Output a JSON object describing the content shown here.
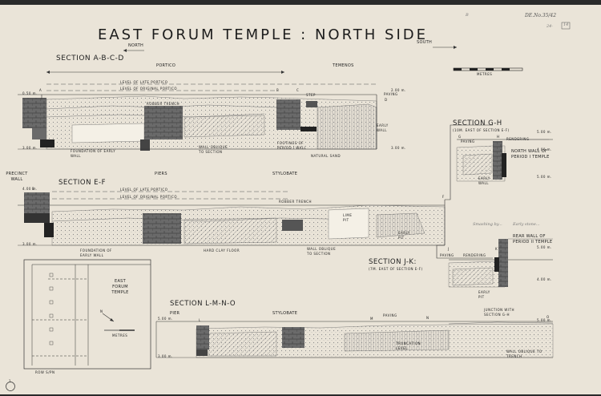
{
  "title": "EAST FORUM TEMPLE : NORTH SIDE",
  "orientation": {
    "north": "NORTH",
    "south": "SOUTH"
  },
  "scale": {
    "label": "METRES"
  },
  "corner_notes": {
    "ref": "DE.No.35/42",
    "sheet": "24-",
    "number": "14",
    "pencil_b": "B"
  },
  "sheet_marker": "1",
  "section_abcd": {
    "title": "SECTION A-B-C-D",
    "portico": "PORTICO",
    "temenos": "TEMENOS",
    "late_portico": "LEVEL OF LATE PORTICO",
    "original_portico": "LEVEL OF ORIGINAL PORTICO",
    "robber_trench": "ROBBER TRENCH",
    "step": "STEP",
    "paving": "PAVING",
    "early_wall": "EARLY WALL",
    "foundation": "FOUNDATION OF EARLY WALL",
    "wall_oblique": "WALL OBLIQUE TO SECTION",
    "footings": "FOOTINGS OF PERIOD I WALL",
    "natural_sand": "NATURAL SAND",
    "pier_labels": {
      "a": "A",
      "b": "B",
      "c": "C",
      "d": "D"
    },
    "levels": [
      "0.50 m.",
      "3.00 m.",
      "2.00 m.",
      "3.00 m."
    ]
  },
  "middle_labels": {
    "precinct_wall": "PRECINCT WALL",
    "piers": "PIERS",
    "stylobate": "STYLOBATE"
  },
  "section_ef": {
    "title": "SECTION E-F",
    "late_portico": "LEVEL OF LATE PORTICO",
    "original_portico": "LEVEL OF ORIGINAL PORTICO",
    "robber_trench": "ROBBER TRENCH",
    "lime_pit": "LIME PIT",
    "early_pit": "EARLY PIT",
    "foundation": "FOUNDATION OF EARLY WALL",
    "hard_clay": "HARD CLAY FLOOR",
    "wall_oblique": "WALL OBLIQUE TO SECTION",
    "labels": {
      "e": "E",
      "f": "F"
    },
    "levels": [
      "4.00 m.",
      "3.00 m."
    ]
  },
  "section_gh": {
    "title": "SECTION G-H",
    "subtitle": "(10M. EAST OF SECTION E-F)",
    "paving": "PAVING",
    "rendering": "RENDERING",
    "north_wall": "NORTH WALL OF PERIOD I TEMPLE",
    "early_wall": "EARLY WALL",
    "labels": {
      "g": "G",
      "h": "H"
    },
    "levels": [
      "5.00 m.",
      "4.00 m.",
      "5.00 m."
    ]
  },
  "section_jk": {
    "title": "SECTION J-K:",
    "subtitle": "(7M. EAST OF SECTION E-F)",
    "paving": "PAVING",
    "rendering": "RENDERING",
    "rear_wall": "REAR WALL OF PERIOD II TEMPLE",
    "early_pit": "EARLY PIT",
    "labels": {
      "j": "J",
      "k": "K"
    },
    "levels": [
      "5.00 m.",
      "4.00 m."
    ],
    "pencil_note_1": "Smashing by...",
    "pencil_note_2": "Early stone..."
  },
  "plan": {
    "title": "EAST FORUM TEMPLE",
    "north": "N",
    "scale": "METRES",
    "footer": "ROW S/PN"
  },
  "section_lmno": {
    "title": "SECTION L-M-N-O",
    "pier": "PIER",
    "stylobate": "STYLOBATE",
    "paving": "PAVING",
    "junction": "JUNCTION WITH SECTION G-H",
    "truncation": "TRUNCATION LEVEL",
    "wall_oblique": "WALL OBLIQUE TO TRENCH",
    "labels": {
      "l": "L",
      "m": "M",
      "n": "N",
      "o": "O"
    },
    "levels": [
      "5.00 m.",
      "3.00 m.",
      "5.00 m."
    ]
  }
}
